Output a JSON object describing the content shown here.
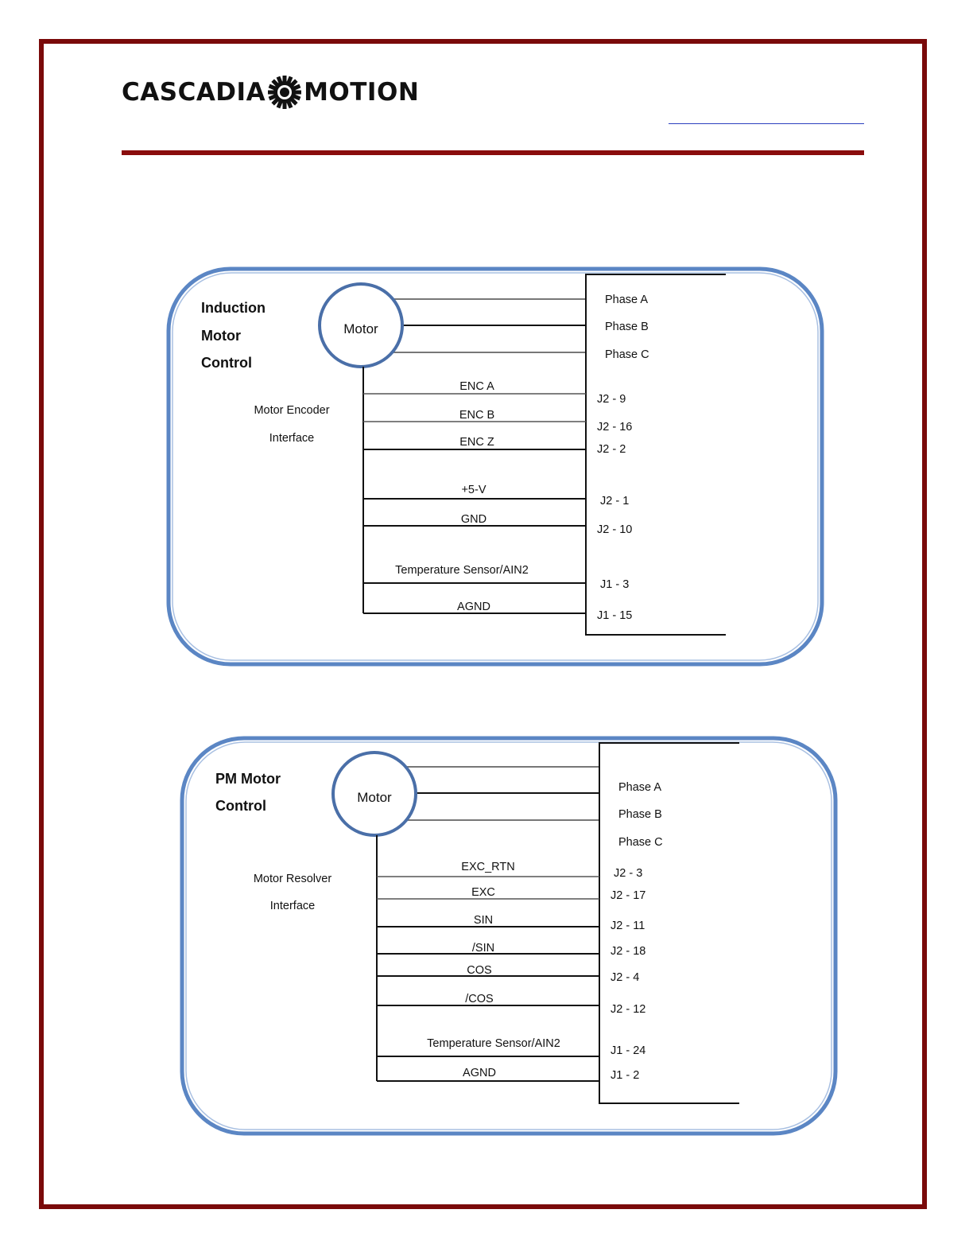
{
  "header": {
    "logo_left": "CASCADIA",
    "logo_right": "MOTION",
    "logo_icon": "gear-icon",
    "colors": {
      "accent": "#8a0d0d",
      "diagram_border": "#5b86c4",
      "link": "#2b3fbf"
    }
  },
  "diagrams": [
    {
      "title_lines": [
        "Induction",
        "Motor",
        "Control"
      ],
      "motor_label": "Motor",
      "interface_lines": [
        "Motor Encoder",
        "Interface"
      ],
      "phases": [
        "Phase A",
        "Phase B",
        "Phase C"
      ],
      "signals": [
        "ENC A",
        "ENC B",
        "ENC Z",
        "+5-V",
        "GND",
        "Temperature Sensor/AIN2",
        "AGND"
      ],
      "pins": [
        "J2 - 9",
        "J2 - 16",
        "J2 - 2",
        "J2 - 1",
        "J2 - 10",
        "J1 - 3",
        "J1 - 15"
      ]
    },
    {
      "title_lines": [
        "PM Motor",
        "Control"
      ],
      "motor_label": "Motor",
      "interface_lines": [
        "Motor Resolver",
        "Interface"
      ],
      "phases": [
        "Phase A",
        "Phase B",
        "Phase C"
      ],
      "signals": [
        "EXC_RTN",
        "EXC",
        "SIN",
        "/SIN",
        "COS",
        "/COS",
        "Temperature Sensor/AIN2",
        "AGND"
      ],
      "pins": [
        "J2 - 3",
        "J2 - 17",
        "J2 - 11",
        "J2 - 18",
        "J2 - 4",
        "J2 - 12",
        "J1 - 24",
        "J1 - 2"
      ]
    }
  ]
}
